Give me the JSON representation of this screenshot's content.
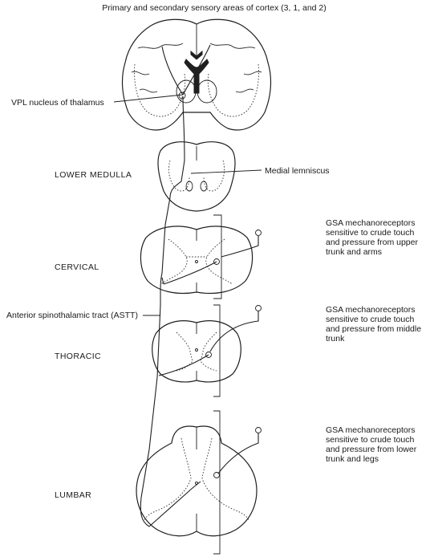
{
  "labels": {
    "cortex": "Primary and secondary sensory areas of cortex (3, 1, and 2)",
    "vpl": "VPL nucleus of thalamus",
    "medial_lemniscus": "Medial lemniscus",
    "lower_medulla": "LOWER MEDULLA",
    "cervical": "CERVICAL",
    "thoracic": "THORACIC",
    "lumbar": "LUMBAR",
    "astt": "Anterior spinothalamic tract (ASTT)",
    "gsa_upper": "GSA mechanoreceptors sensitive to crude touch and pressure from upper trunk and arms",
    "gsa_middle": "GSA mechanoreceptors sensitive to crude touch and pressure from middle trunk",
    "gsa_lower": "GSA mechanoreceptors sensitive to crude touch and pressure from lower trunk and legs"
  }
}
